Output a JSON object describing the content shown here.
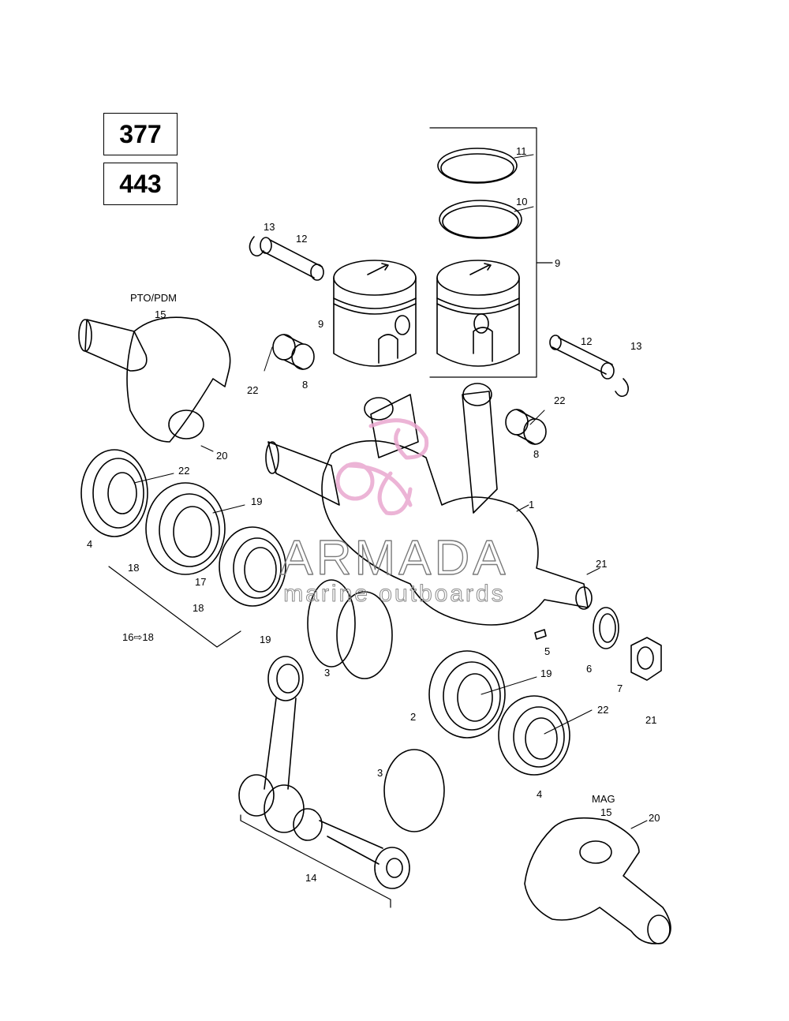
{
  "models": [
    "377",
    "443"
  ],
  "section_labels": {
    "pto": "PTO/PDM",
    "mag": "MAG"
  },
  "watermark": {
    "brand": "ARMADA",
    "tagline": "marine outboards"
  },
  "callouts": {
    "c11": "11",
    "c10": "10",
    "c9_bracket": "9",
    "c9_piston": "9",
    "c13_top": "13",
    "c12_top": "12",
    "c12_right": "12",
    "c13_right": "13",
    "c15_pto": "15",
    "c22_bearing": "22",
    "c8_left": "8",
    "c22_right": "22",
    "c8_right": "8",
    "c20_pto": "20",
    "c22_seal": "22",
    "c19_top": "19",
    "c1": "1",
    "c4_left": "4",
    "c18_a": "18",
    "c17": "17",
    "c18_b": "18",
    "c19_left": "19",
    "c16_18": "16⇨18",
    "c21_top": "21",
    "c5": "5",
    "c6": "6",
    "c7": "7",
    "c21_bottom": "21",
    "c3_top": "3",
    "c19_right": "19",
    "c2": "2",
    "c22_seal2": "22",
    "c4_right": "4",
    "c3_bottom": "3",
    "c14": "14",
    "c15_mag": "15",
    "c20_mag": "20"
  },
  "colors": {
    "line": "#000000",
    "watermark": "#e9a7cf",
    "watermark_text": "#7a7a7a"
  }
}
